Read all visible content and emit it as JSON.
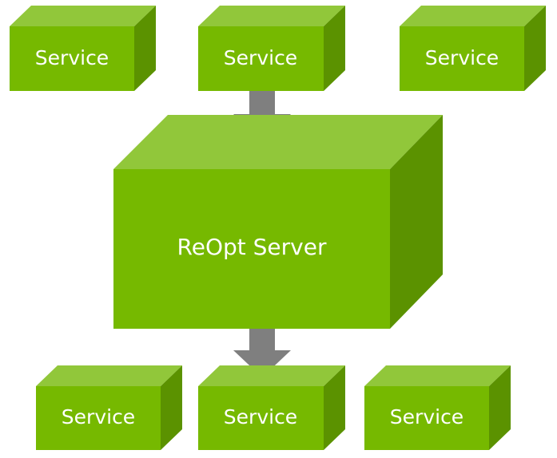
{
  "diagram": {
    "colors": {
      "front": "#76b900",
      "top": "#91c73a",
      "side": "#5b9200",
      "arrow": "#7f7f7f",
      "text": "#ffffff"
    },
    "top_services": [
      {
        "label": "Service"
      },
      {
        "label": "Service"
      },
      {
        "label": "Service"
      }
    ],
    "server": {
      "label": "ReOpt Server"
    },
    "bottom_services": [
      {
        "label": "Service"
      },
      {
        "label": "Service"
      },
      {
        "label": "Service"
      }
    ],
    "arrows": [
      {
        "from": "top_services.1",
        "to": "server"
      },
      {
        "from": "server",
        "to": "bottom_services.1"
      }
    ]
  }
}
